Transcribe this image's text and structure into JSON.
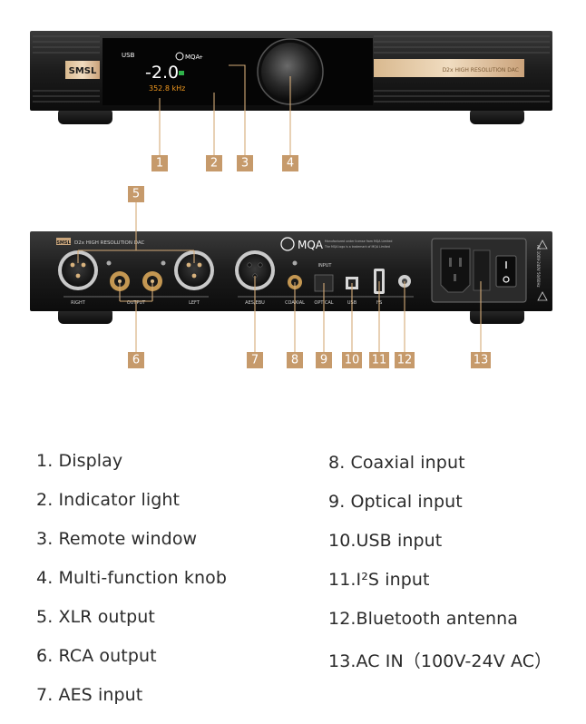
{
  "front_panel": {
    "logo": "SMSL",
    "screen": {
      "source": "USB",
      "mqa_label": "MQA",
      "mqa_suffix": "+",
      "volume": "-2.0",
      "rate": "352.8 kHz"
    },
    "model_plate": "D2x HIGH RESOLUTION DAC"
  },
  "rear_panel": {
    "model_label": "D2x HIGH RESOLUTION DAC",
    "logo": "SMSL",
    "mqa_label": "MQA",
    "mqa_note_1": "Manufactured under license from MQA Limited",
    "mqa_note_2": "The MQA logo is a trademark of MQA Limited",
    "labels": {
      "right": "RIGHT",
      "output": "OUTPUT",
      "left": "LEFT",
      "aes": "AES/EBU",
      "coaxial": "COAXIAL",
      "input": "INPUT",
      "optical": "OPTICAL",
      "usb": "USB",
      "i2s": "I²S",
      "ac_rating": "AC 100V-240V 50/60Hz"
    }
  },
  "callouts": [
    {
      "num": "1"
    },
    {
      "num": "2"
    },
    {
      "num": "3"
    },
    {
      "num": "4"
    },
    {
      "num": "5"
    },
    {
      "num": "6"
    },
    {
      "num": "7"
    },
    {
      "num": "8"
    },
    {
      "num": "9"
    },
    {
      "num": "10"
    },
    {
      "num": "11"
    },
    {
      "num": "12"
    },
    {
      "num": "13"
    }
  ],
  "legend": [
    "1. Display",
    "2. Indicator light",
    "3. Remote window",
    "4. Multi-function knob",
    "5.  XLR output",
    "6. RCA output",
    "7. AES input",
    "8.  Coaxial input",
    "9.  Optical input",
    "10.USB input",
    "11.I²S input",
    "12.Bluetooth antenna",
    "13.AC IN（100V-24V AC）"
  ],
  "colors": {
    "accent": "#c69a6b",
    "body": "#1b1b1b",
    "screen_text": "#ffffff",
    "rate_text": "#f39a1f"
  }
}
